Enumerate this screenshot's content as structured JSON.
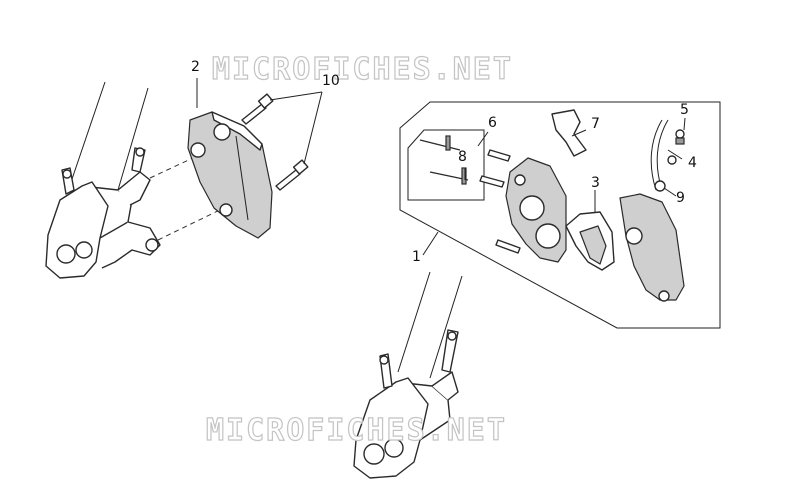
{
  "watermark": {
    "top": "MICROFICHES.NET",
    "bottom": "MICROFICHES.NET"
  },
  "callouts": {
    "c1": "1",
    "c2": "2",
    "c3": "3",
    "c4": "4",
    "c5": "5",
    "c6": "6",
    "c7": "7",
    "c8": "8",
    "c9": "9",
    "c10": "10"
  }
}
